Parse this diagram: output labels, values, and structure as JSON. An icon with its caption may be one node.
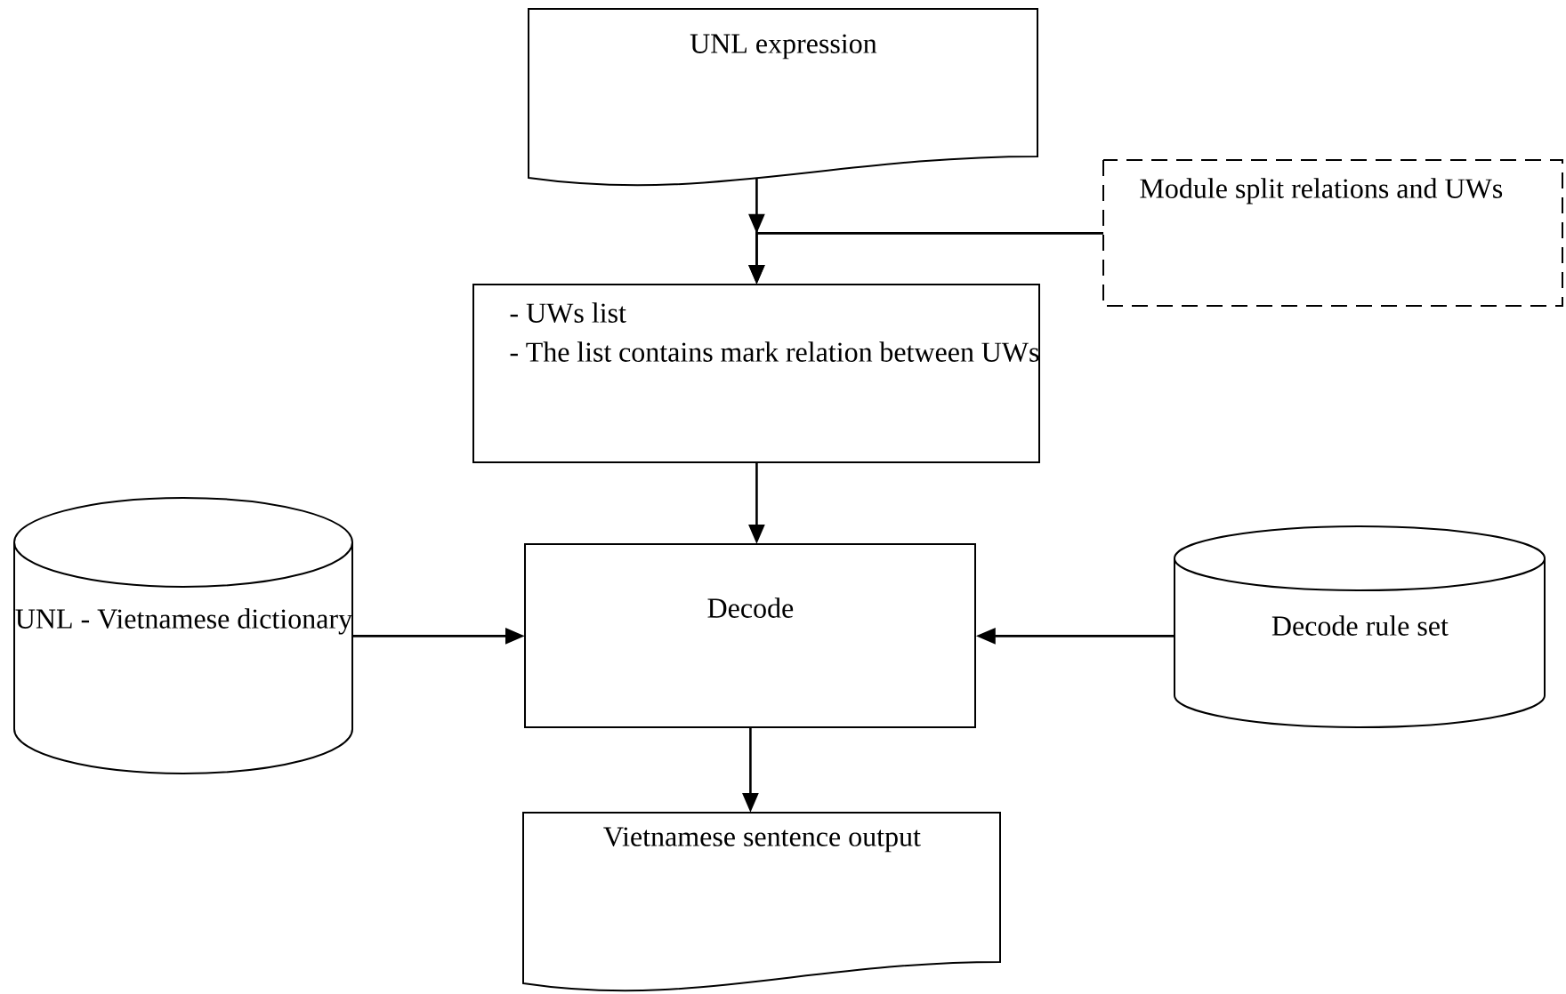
{
  "diagram": {
    "nodes": [
      {
        "text": [
          "UNL expression"
        ]
      },
      {
        "text": [
          "Module split relations and UWs"
        ]
      },
      {
        "text": [
          "- UWs list",
          "- The list contains mark relation between UWs"
        ]
      },
      {
        "text": [
          "Decode"
        ]
      },
      {
        "text": [
          "UNL - Vietnamese dictionary"
        ]
      },
      {
        "text": [
          "Decode rule set"
        ]
      },
      {
        "text": [
          "Vietnamese sentence output"
        ]
      }
    ],
    "edges": [
      {
        "from": 0,
        "to": 2,
        "arrow": "to"
      },
      {
        "from": 1,
        "to": 2,
        "arrow": "to"
      },
      {
        "from": 2,
        "to": 3,
        "arrow": "to"
      },
      {
        "from": 4,
        "to": 3,
        "arrow": "to"
      },
      {
        "from": 5,
        "to": 3,
        "arrow": "to"
      },
      {
        "from": 3,
        "to": 6,
        "arrow": "to"
      }
    ]
  }
}
